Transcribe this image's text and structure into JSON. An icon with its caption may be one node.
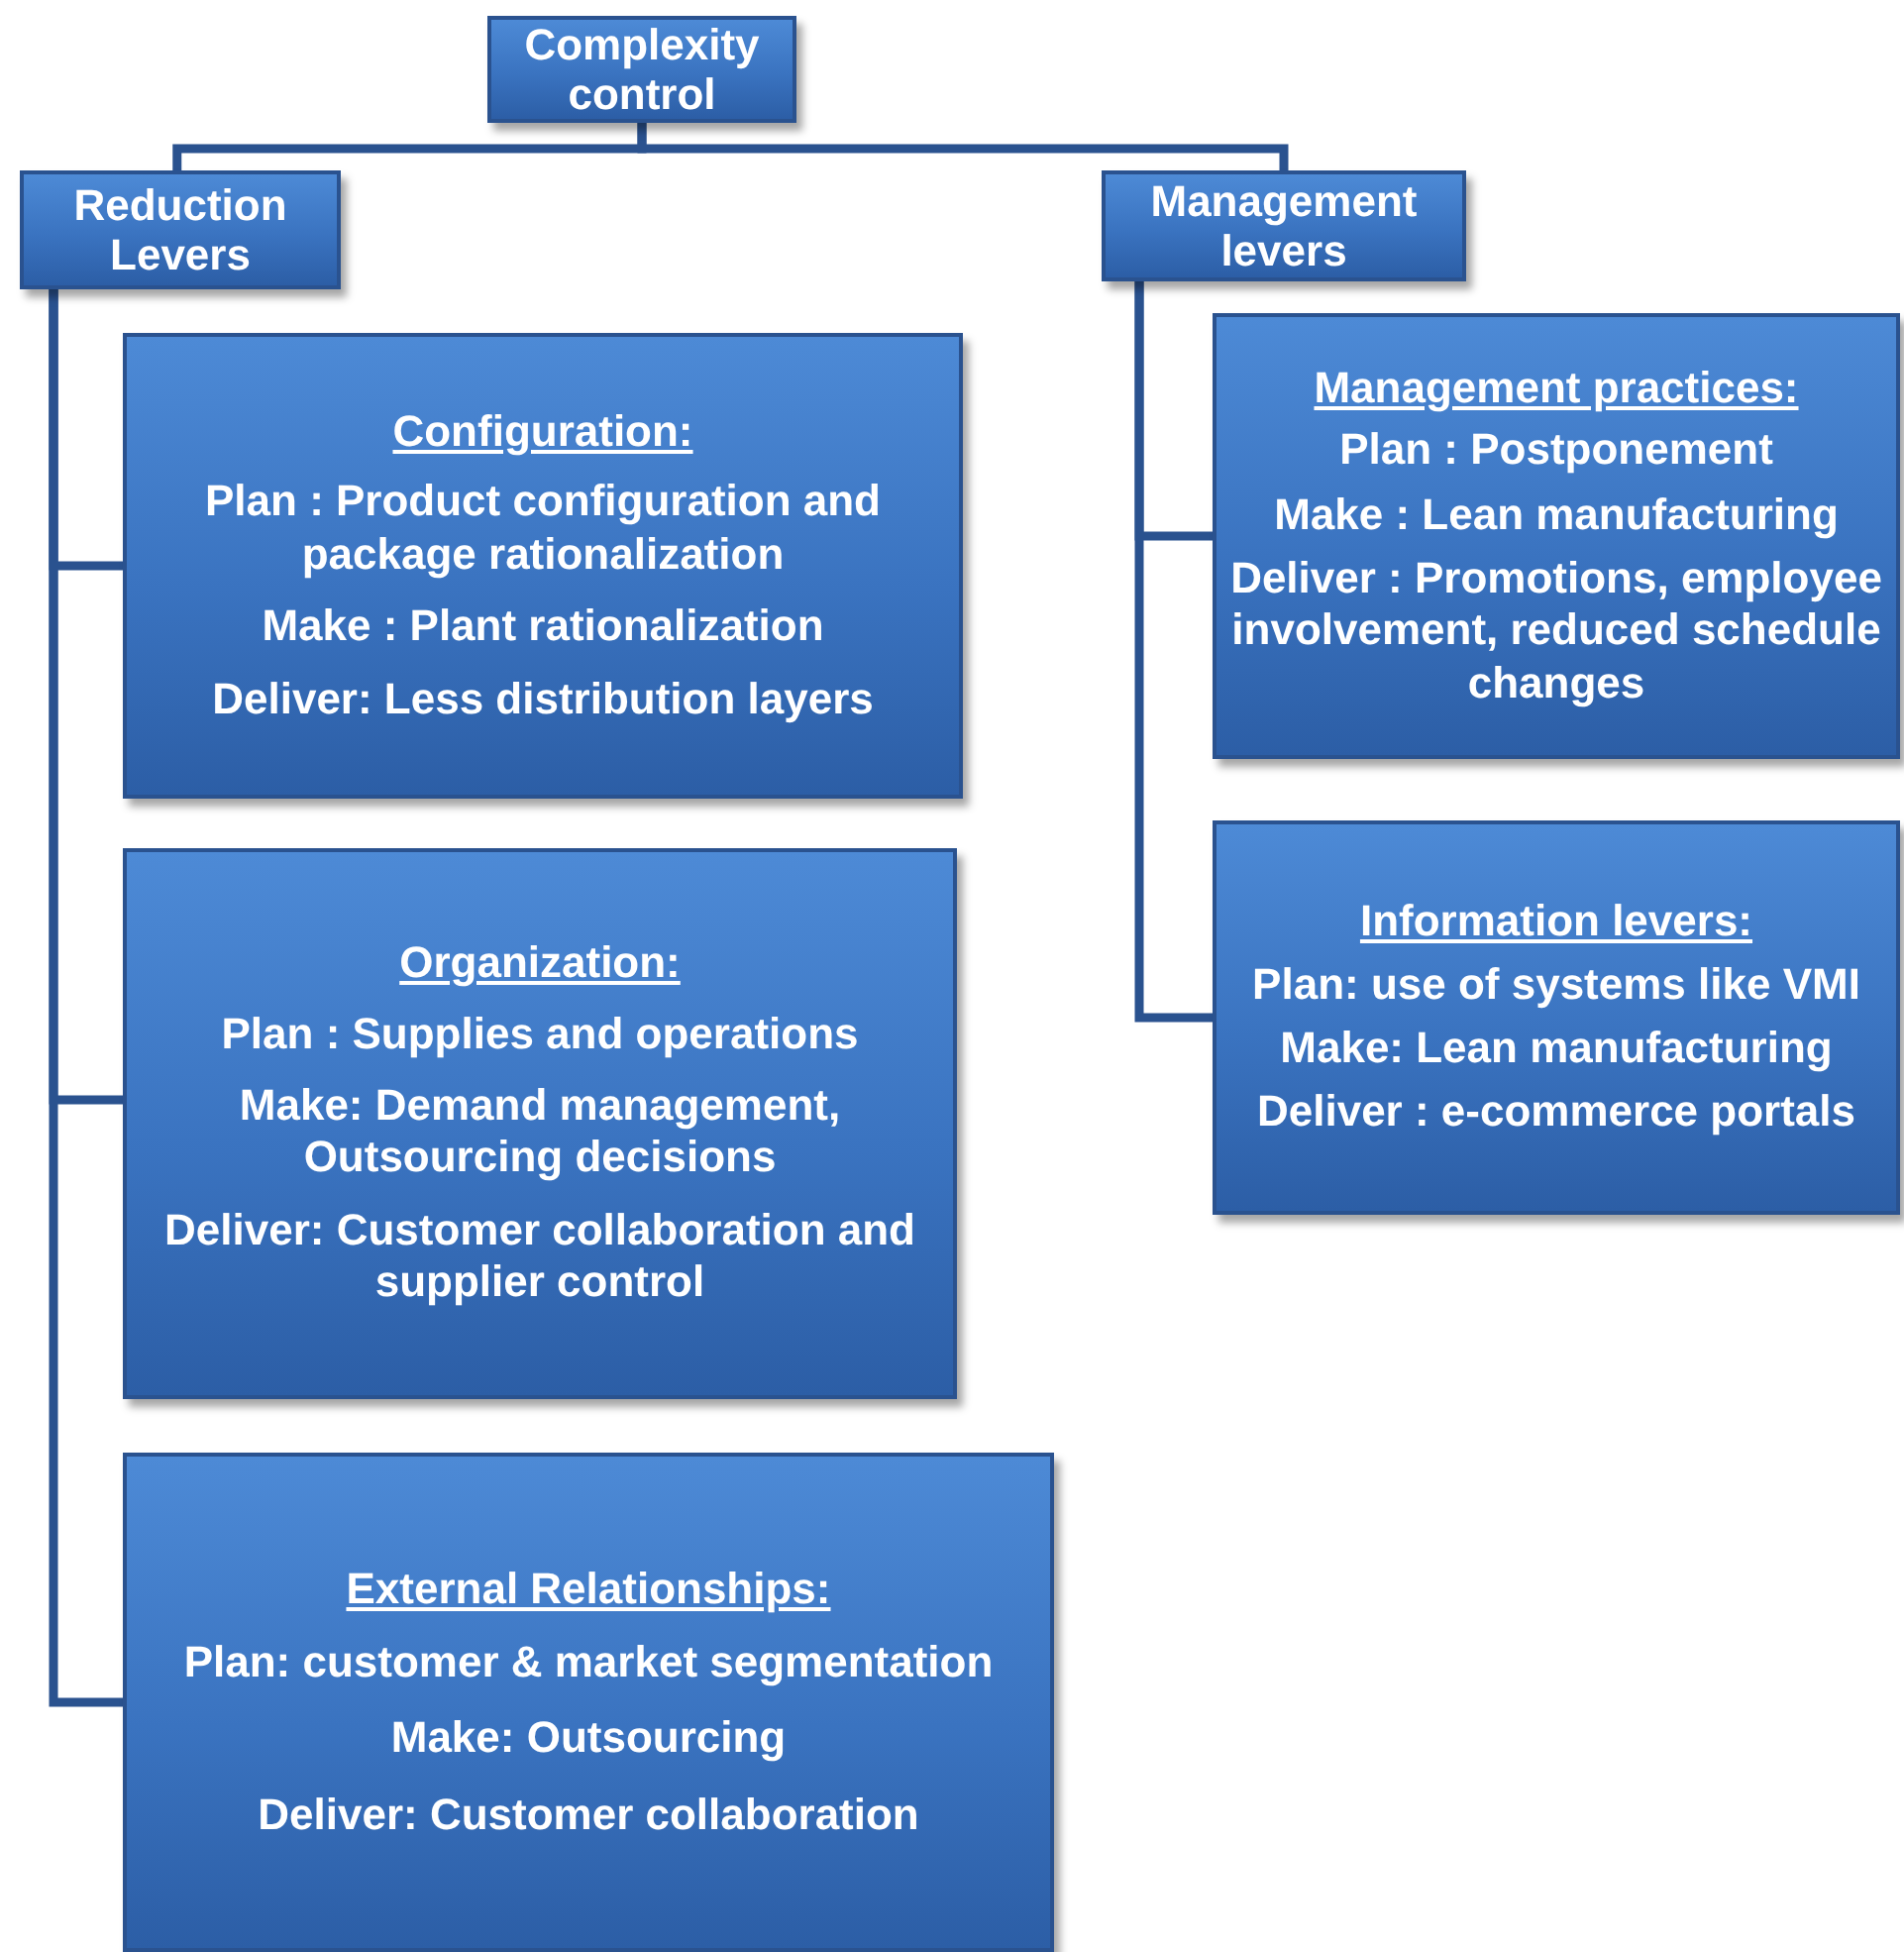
{
  "diagram": {
    "nodes": [
      {
        "text": [
          "Complexity control"
        ]
      },
      {
        "text": [
          "Reduction Levers"
        ]
      },
      {
        "text": [
          "Management levers"
        ]
      },
      {
        "text": [
          "Configuration:",
          "Plan : Product configuration and package rationalization",
          "Make : Plant rationalization",
          "Deliver:  Less distribution layers"
        ]
      },
      {
        "text": [
          "Organization:",
          "Plan : Supplies and operations",
          "Make:  Demand management, Outsourcing decisions",
          "Deliver: Customer collaboration and supplier control"
        ]
      },
      {
        "text": [
          "External Relationships:",
          "Plan: customer & market segmentation",
          "Make: Outsourcing",
          "Deliver: Customer collaboration"
        ]
      },
      {
        "text": [
          "Management practices:",
          "Plan : Postponement",
          "Make : Lean manufacturing",
          "Deliver : Promotions, employee involvement, reduced schedule changes"
        ]
      },
      {
        "text": [
          "Information levers:",
          "Plan: use of systems like VMI",
          "Make: Lean manufacturing",
          "Deliver : e-commerce portals"
        ]
      }
    ],
    "edges": [
      {
        "from": 0,
        "to": 1,
        "arrow": "none"
      },
      {
        "from": 0,
        "to": 2,
        "arrow": "none"
      },
      {
        "from": 1,
        "to": 3,
        "arrow": "none"
      },
      {
        "from": 1,
        "to": 4,
        "arrow": "none"
      },
      {
        "from": 1,
        "to": 5,
        "arrow": "none"
      },
      {
        "from": 2,
        "to": 6,
        "arrow": "none"
      },
      {
        "from": 2,
        "to": 7,
        "arrow": "none"
      }
    ]
  }
}
